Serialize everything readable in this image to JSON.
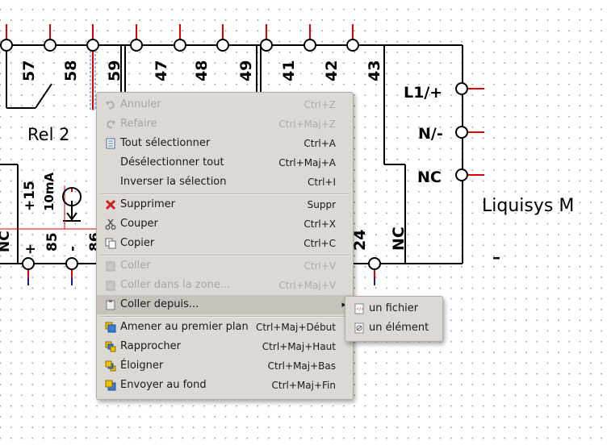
{
  "schematic": {
    "top_terminals": [
      "57",
      "58",
      "59",
      "47",
      "48",
      "49",
      "41",
      "42",
      "43"
    ],
    "relay_label": "Rel 2",
    "right_pins": [
      "L1/+",
      "N/-",
      "NC"
    ],
    "device_label": "Liquisys M",
    "device_minus": "–",
    "left_block_labels": [
      "NC",
      "+15",
      "10mA",
      "+",
      "85",
      "-",
      "86"
    ],
    "bottom_labels": [
      "24",
      "NC"
    ]
  },
  "context_menu": {
    "items": [
      {
        "label": "Annuler",
        "shortcut": "Ctrl+Z",
        "enabled": false,
        "icon": "undo-icon"
      },
      {
        "label": "Refaire",
        "shortcut": "Ctrl+Maj+Z",
        "enabled": false,
        "icon": "redo-icon"
      },
      {
        "label": "Tout sélectionner",
        "shortcut": "Ctrl+A",
        "enabled": true,
        "icon": "select-all-icon"
      },
      {
        "label": "Désélectionner tout",
        "shortcut": "Ctrl+Maj+A",
        "enabled": true,
        "icon": ""
      },
      {
        "label": "Inverser la sélection",
        "shortcut": "Ctrl+I",
        "enabled": true,
        "icon": ""
      },
      {
        "label": "Supprimer",
        "shortcut": "Suppr",
        "enabled": true,
        "icon": "delete-icon"
      },
      {
        "label": "Couper",
        "shortcut": "Ctrl+X",
        "enabled": true,
        "icon": "cut-icon"
      },
      {
        "label": "Copier",
        "shortcut": "Ctrl+C",
        "enabled": true,
        "icon": "copy-icon"
      },
      {
        "label": "Coller",
        "shortcut": "Ctrl+V",
        "enabled": false,
        "icon": "paste-icon"
      },
      {
        "label": "Coller dans la zone...",
        "shortcut": "Ctrl+Maj+V",
        "enabled": false,
        "icon": "paste-in-zone-icon"
      },
      {
        "label": "Coller depuis...",
        "shortcut": "",
        "enabled": true,
        "icon": "paste-from-icon",
        "submenu": true
      },
      {
        "label": "Amener au premier plan",
        "shortcut": "Ctrl+Maj+Début",
        "enabled": true,
        "icon": "bring-to-front-icon"
      },
      {
        "label": "Rapprocher",
        "shortcut": "Ctrl+Maj+Haut",
        "enabled": true,
        "icon": "raise-icon"
      },
      {
        "label": "Éloigner",
        "shortcut": "Ctrl+Maj+Bas",
        "enabled": true,
        "icon": "lower-icon"
      },
      {
        "label": "Envoyer au fond",
        "shortcut": "Ctrl+Maj+Fin",
        "enabled": true,
        "icon": "send-to-back-icon"
      }
    ]
  },
  "submenu": {
    "items": [
      {
        "label": "un fichier",
        "icon": "file-icon"
      },
      {
        "label": "un élément",
        "icon": "element-icon"
      }
    ]
  },
  "colors": {
    "menu_bg": "#dcd8d3",
    "highlight": "#c7c2bc",
    "wire": "#000000",
    "pin_red": "#e00000",
    "pin_blue": "#1a1aa0",
    "selection": "#2f6fd6"
  }
}
